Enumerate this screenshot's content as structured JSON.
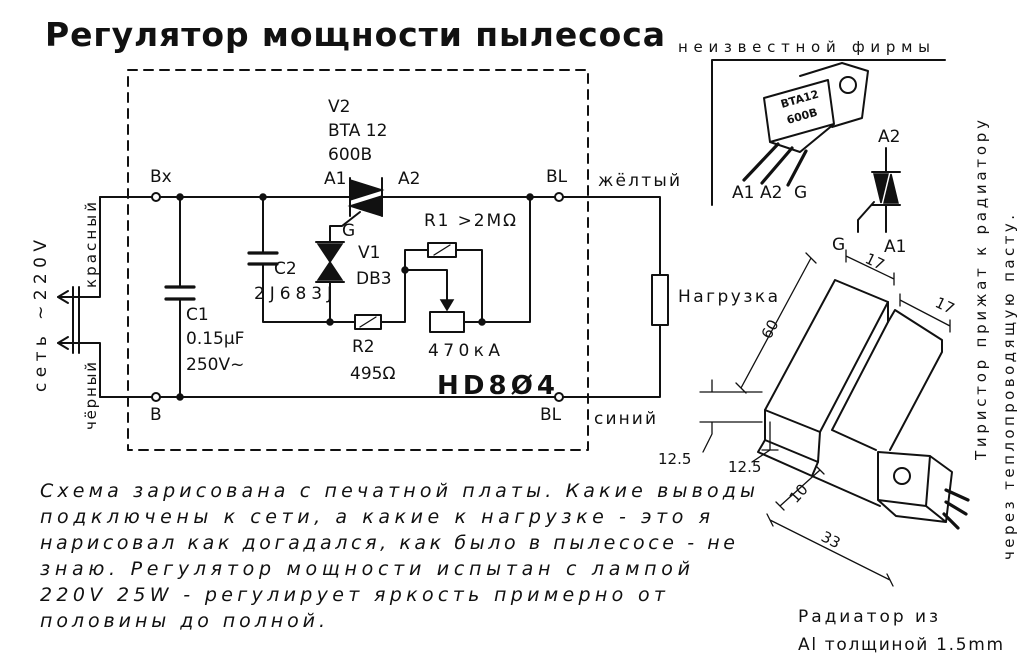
{
  "title": "Регулятор мощности пылесоса",
  "subtitle": "неизвестной фирмы",
  "schematic": {
    "input_top": "Вх",
    "input_bottom": "В",
    "output_top": "BL",
    "output_bottom": "BL",
    "wire_yellow": "жёлтый",
    "wire_blue": "синий",
    "wire_red": "красный",
    "wire_black": "чёрный",
    "mains": "сеть ~220V",
    "load": "Нагрузка",
    "board": "HD8Ø4",
    "c1": {
      "ref": "C1",
      "value": "0.15μF",
      "voltage": "250V~"
    },
    "c2": {
      "ref": "C2",
      "code": "2J683J"
    },
    "v1": {
      "ref": "V1",
      "part": "DB3"
    },
    "v2": {
      "ref": "V2",
      "part": "BTA 12",
      "voltage": "600В",
      "a1": "A1",
      "a2": "A2",
      "gate": "G"
    },
    "r1": "R1 >2MΩ",
    "r2": {
      "ref": "R2",
      "value": "495Ω"
    },
    "pot": "470кА"
  },
  "package": {
    "marking_1": "BTA12",
    "marking_2": "600В",
    "pins": [
      "A1",
      "A2",
      "G"
    ],
    "symbol": {
      "a2": "A2",
      "gate": "G",
      "a1": "A1"
    }
  },
  "side_note": [
    "Тиристор прижат к радиатору",
    "через теплопроводящую пасту."
  ],
  "heatsink": {
    "dims": [
      "17",
      "17",
      "60",
      "12.5",
      "12.5",
      "10",
      "33"
    ],
    "caption": [
      "Радиатор из",
      "Al толщиной 1.5mm"
    ]
  },
  "description": [
    "Схема зарисована с печатной платы. Какие выводы",
    "подключены к сети, а какие к нагрузке - это я",
    "нарисовал как догадался, как было в пылесосе - не",
    "знаю. Регулятор мощности испытан с лампой",
    "220V 25W - регулирует яркость примерно от",
    "половины до полной."
  ]
}
